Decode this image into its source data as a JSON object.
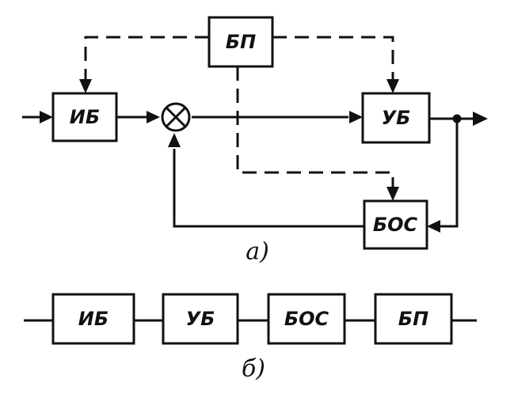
{
  "diagram_a": {
    "blocks": {
      "ib": "ИБ",
      "bp": "БП",
      "ub": "УБ",
      "bos": "БОС"
    },
    "caption": "а)"
  },
  "diagram_b": {
    "blocks": [
      "ИБ",
      "УБ",
      "БОС",
      "БП"
    ],
    "caption": "б)"
  }
}
